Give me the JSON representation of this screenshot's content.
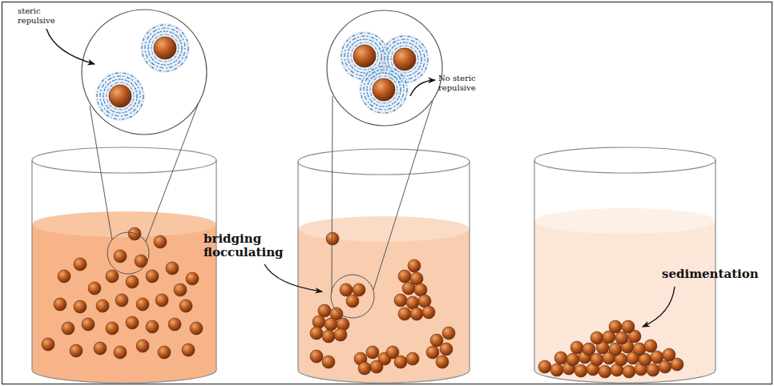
{
  "diagram": {
    "labels": [
      "steric repulsive",
      "No steric repulsive",
      "bridging flocculating",
      "sedimentation"
    ]
  }
}
